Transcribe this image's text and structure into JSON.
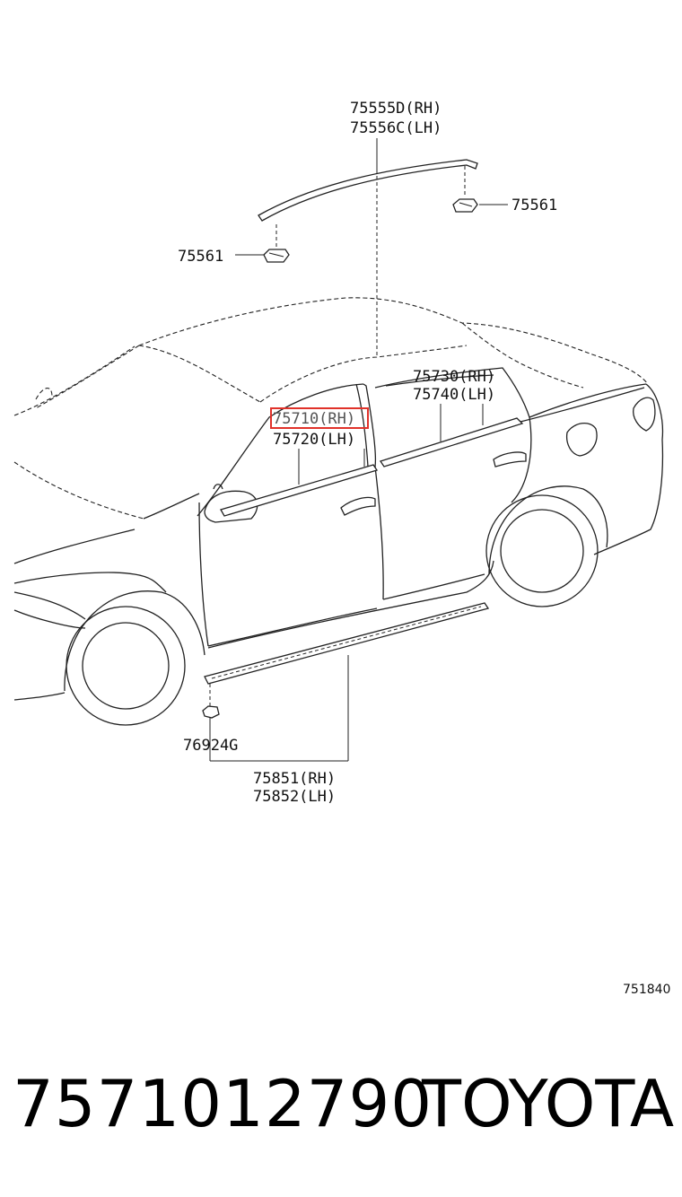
{
  "diagram": {
    "callouts": {
      "roof_rh": "75555D(RH)",
      "roof_lh": "75556C(LH)",
      "clip_right": "75561",
      "clip_left": "75561",
      "rear_door_rh": "75730(RH)",
      "rear_door_lh": "75740(LH)",
      "front_door_rh": "75710(RH)",
      "front_door_lh": "75720(LH)",
      "rocker_clip": "76924G",
      "rocker_rh": "75851(RH)",
      "rocker_lh": "75852(LH)"
    },
    "figure_ref": "751840",
    "highlight_color": "#e0322a"
  },
  "footer": {
    "part_number": "7571012790",
    "brand": "TOYOTA"
  }
}
